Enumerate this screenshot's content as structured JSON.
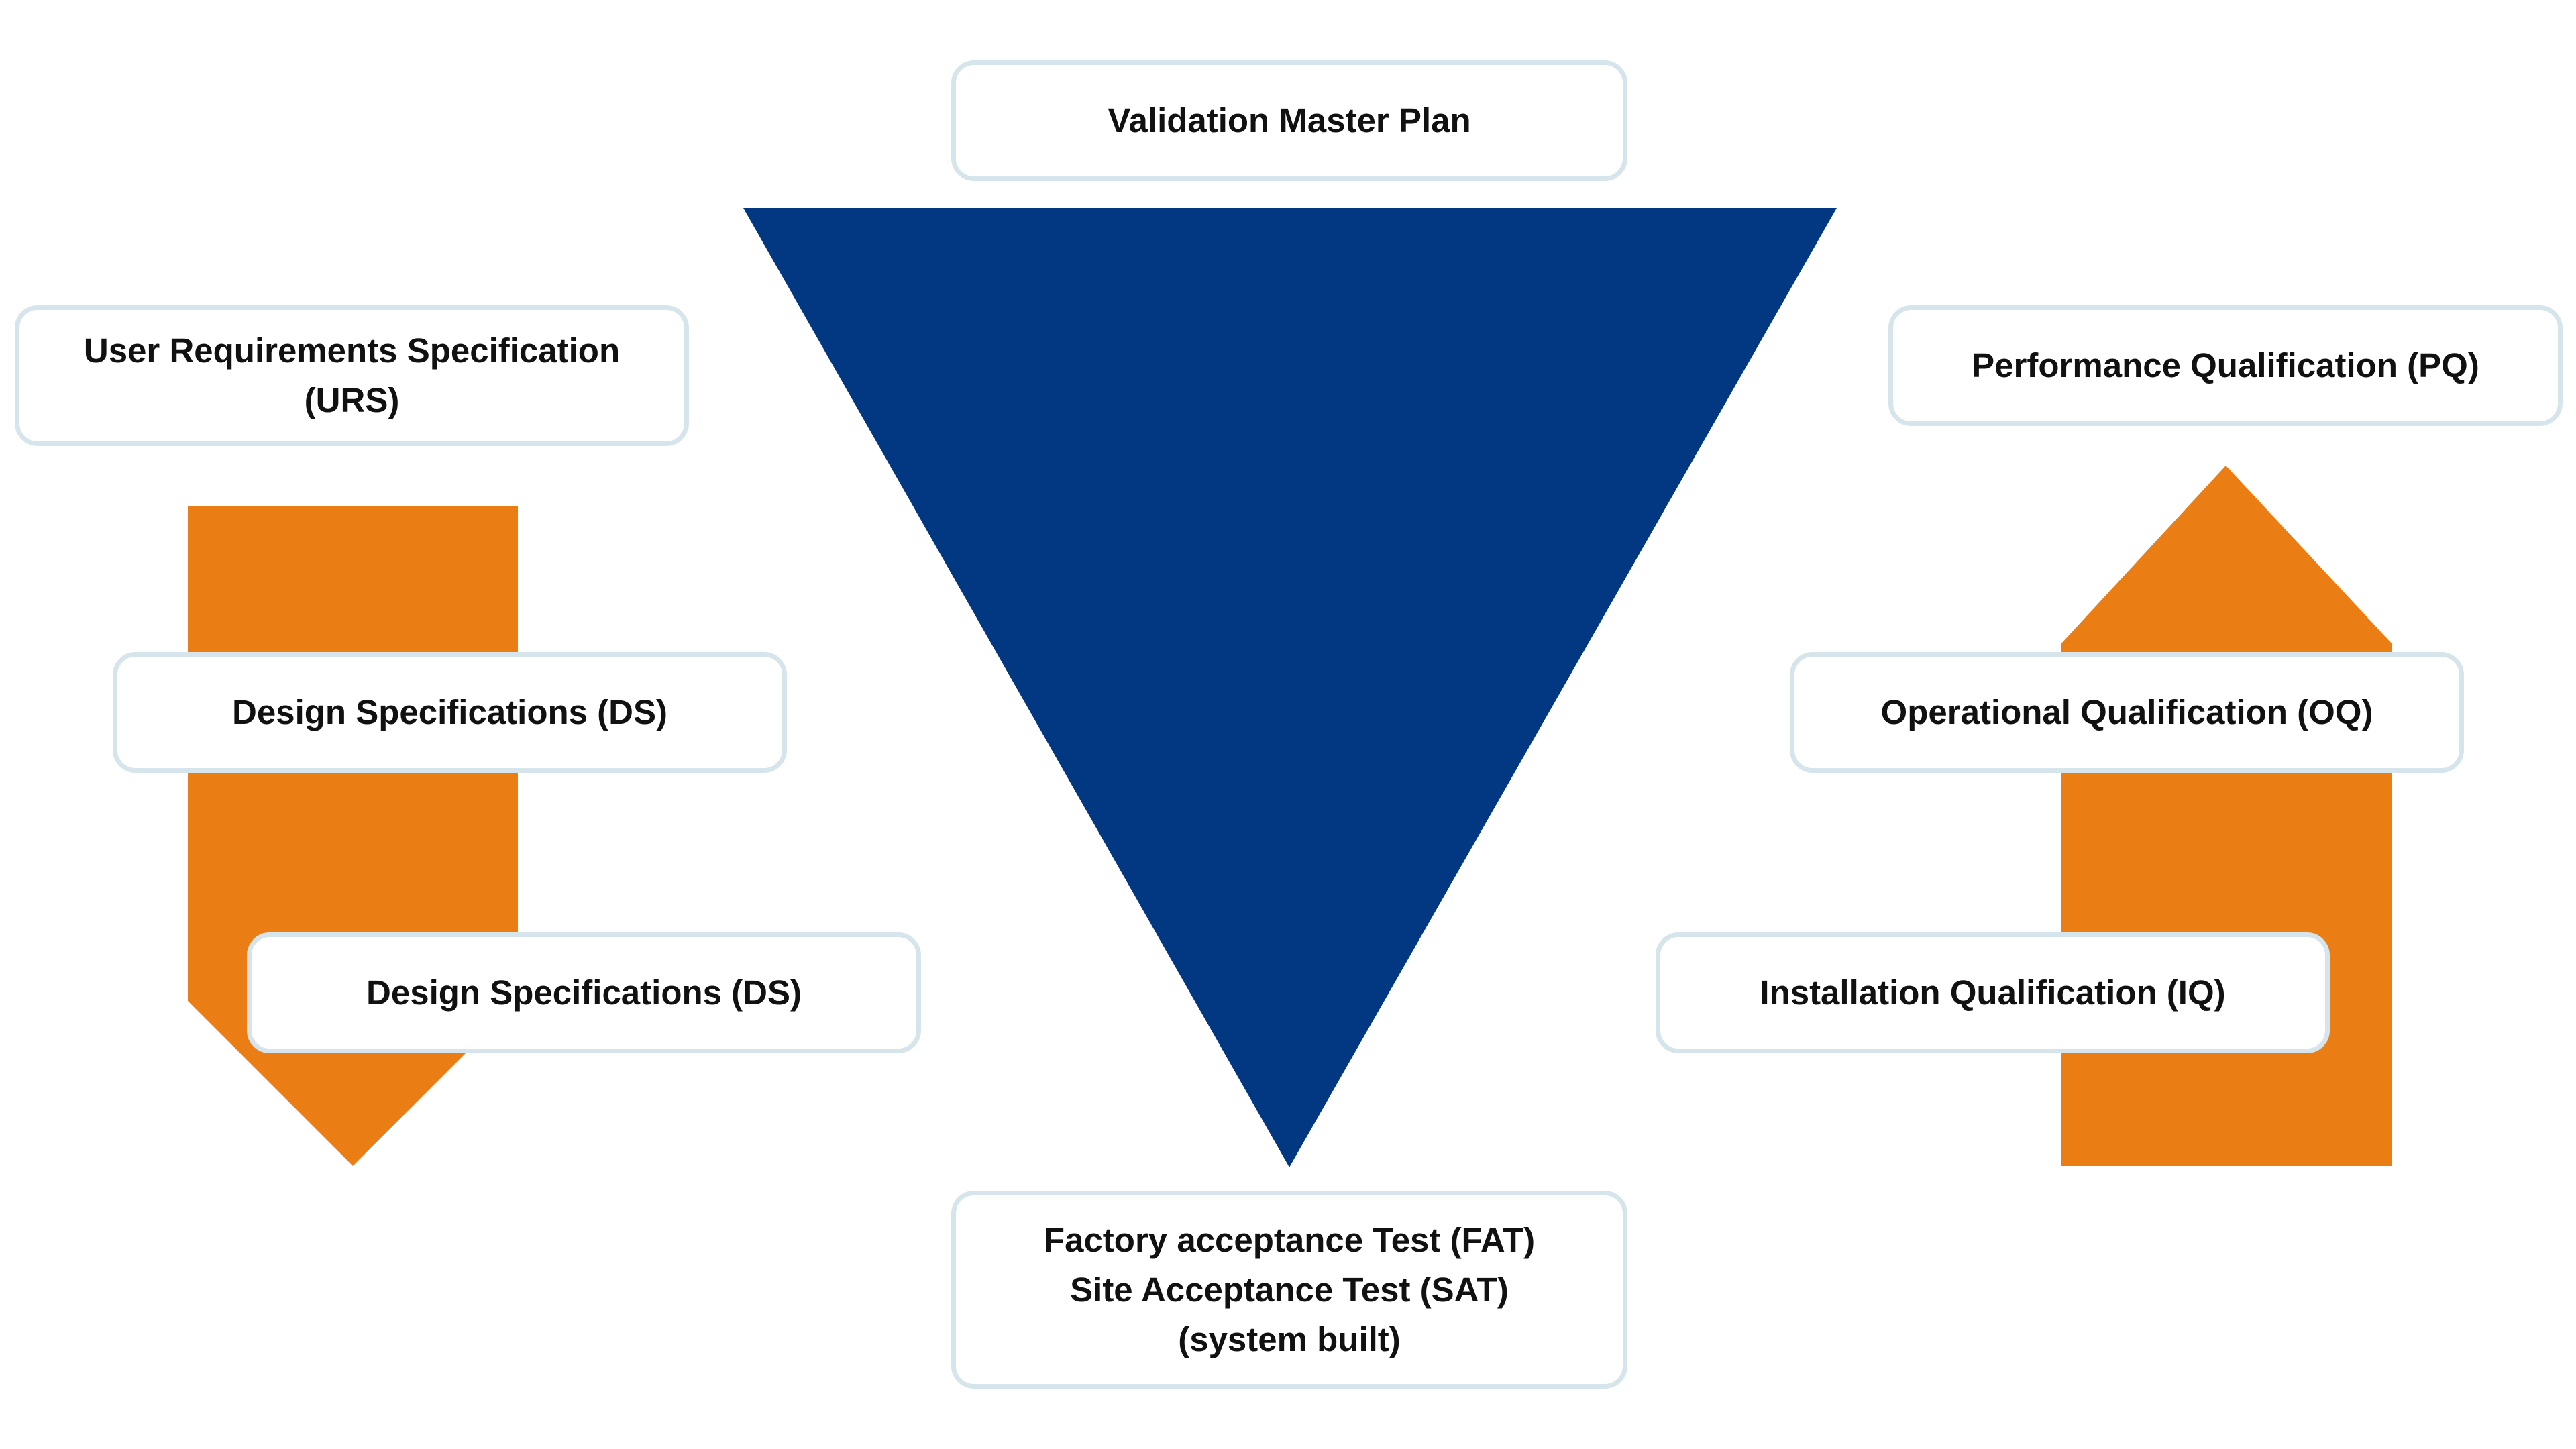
{
  "colors": {
    "triangle": "#023882",
    "arrow": "#eb7d15",
    "box_border": "#d6e4ec",
    "box_fill": "#ffffff",
    "text": "#111111"
  },
  "center": {
    "top": "Validation Master Plan",
    "bottom": [
      "Factory acceptance Test (FAT)",
      "Site Acceptance Test (SAT)",
      "(system built)"
    ]
  },
  "left": {
    "arrow_direction": "down",
    "boxes": [
      {
        "lines": [
          "User Requirements Specification",
          "(URS)"
        ]
      },
      {
        "lines": [
          "Design Specifications (DS)"
        ]
      },
      {
        "lines": [
          "Design Specifications (DS)"
        ]
      }
    ]
  },
  "right": {
    "arrow_direction": "up",
    "boxes": [
      {
        "lines": [
          "Performance Qualification (PQ)"
        ]
      },
      {
        "lines": [
          "Operational Qualification (OQ)"
        ]
      },
      {
        "lines": [
          "Installation Qualification (IQ)"
        ]
      }
    ]
  }
}
